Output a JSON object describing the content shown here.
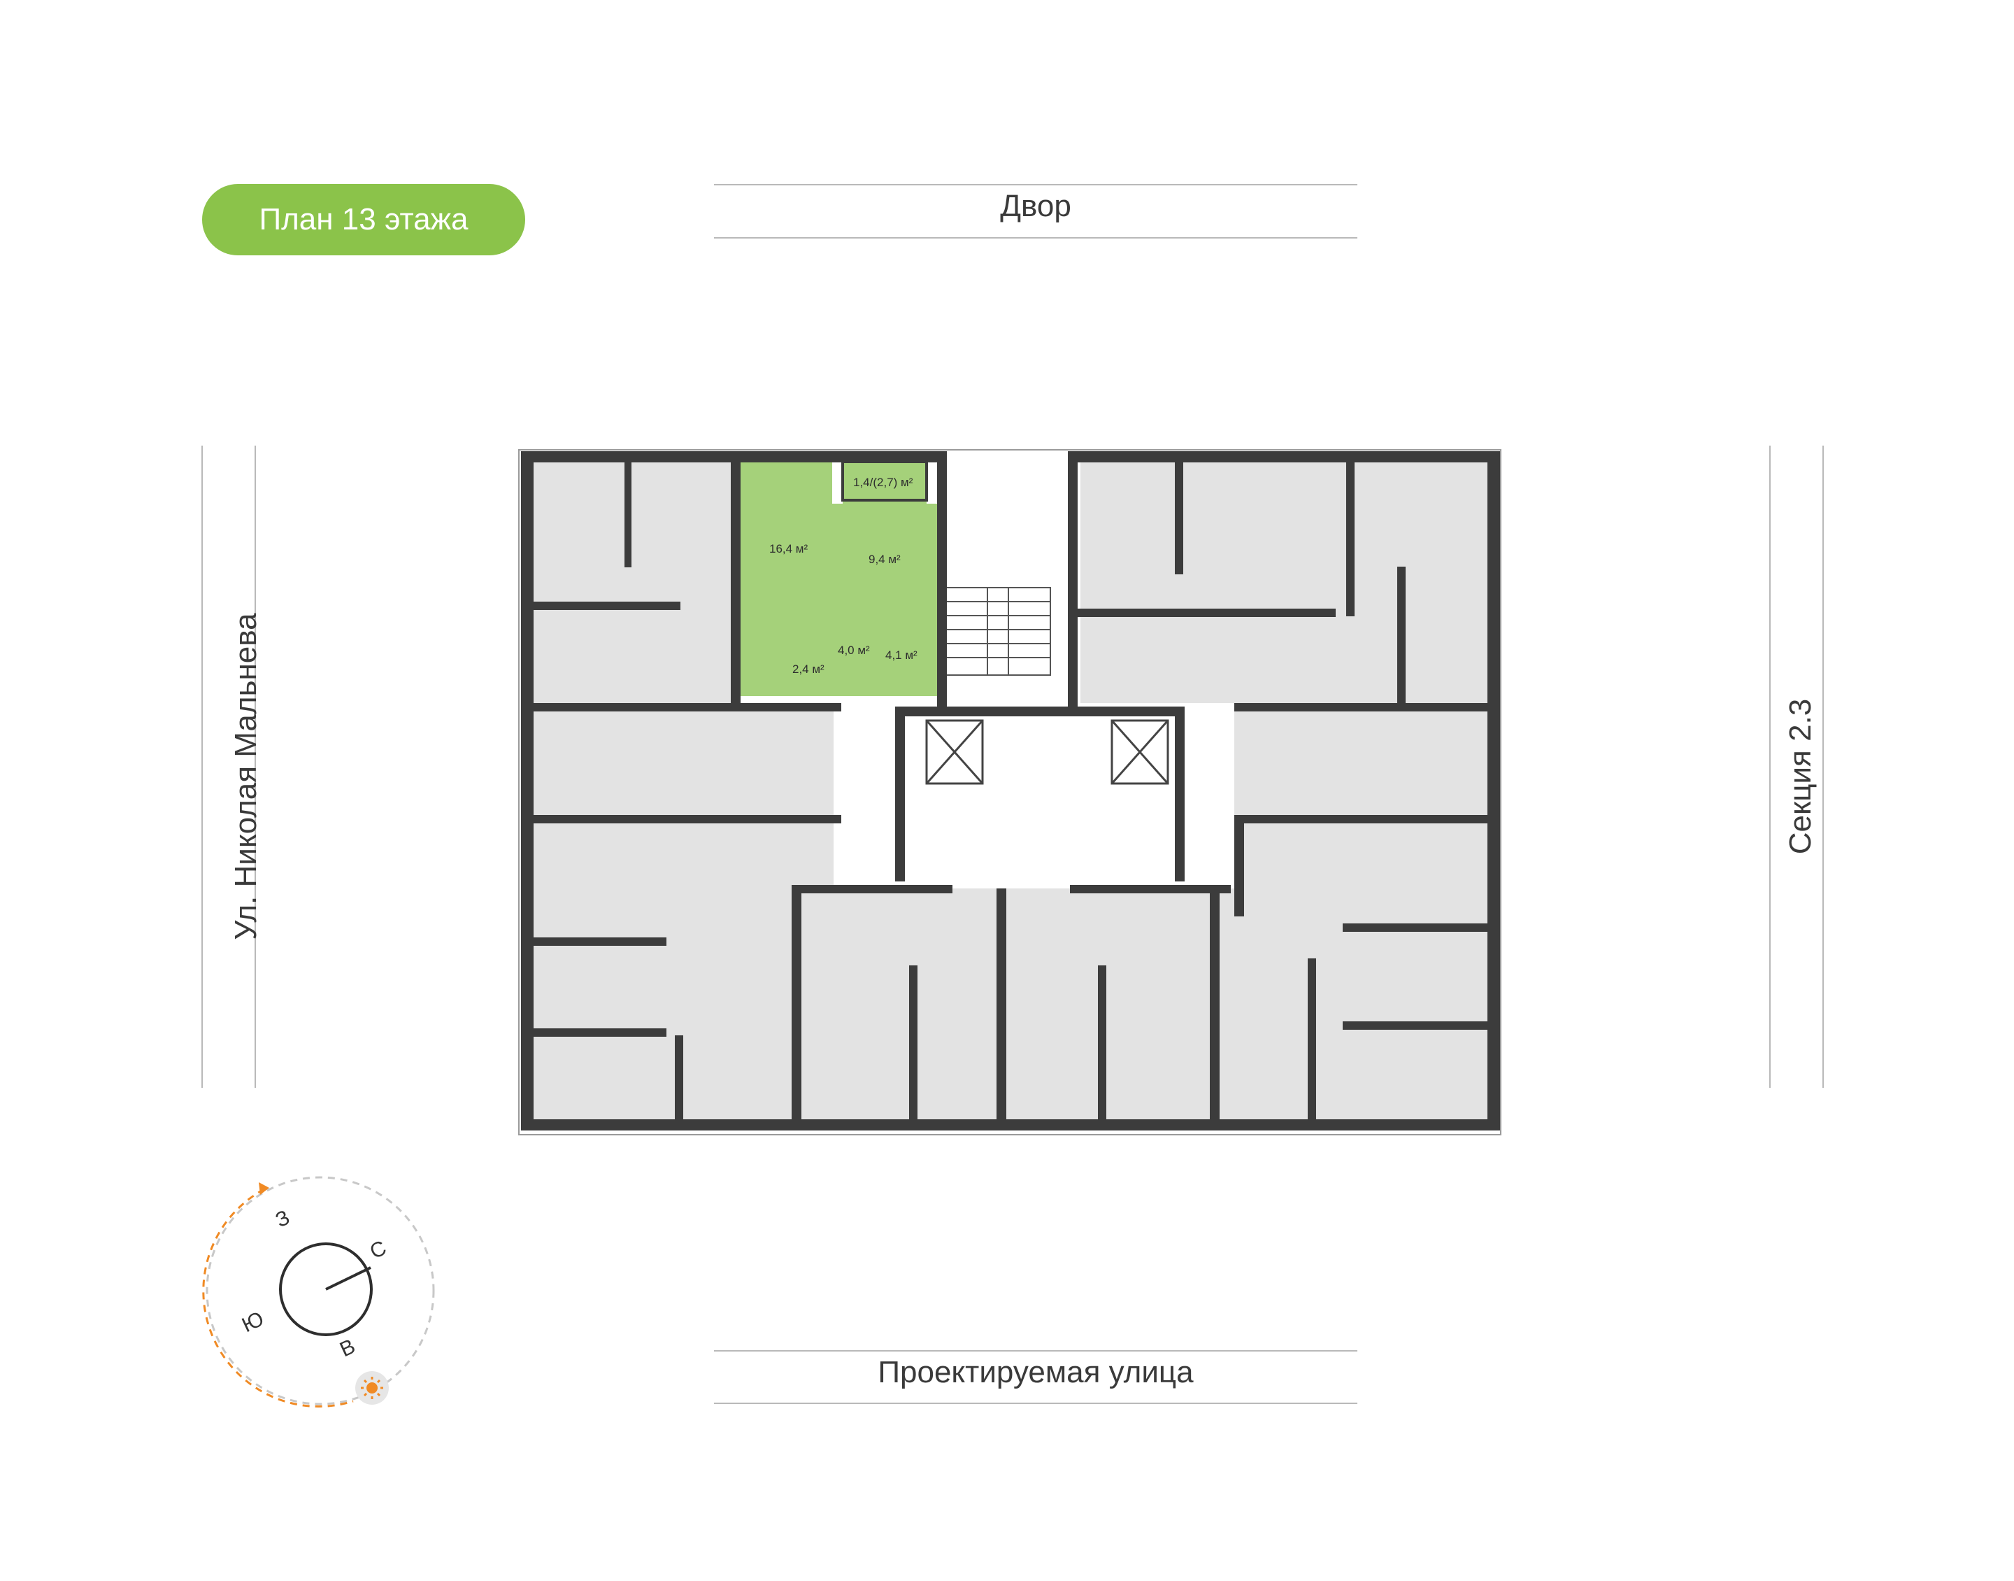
{
  "floor_label": "План 13 этажа",
  "street_top": "Двор",
  "street_bottom": "Проектируемая улица",
  "street_left": "Ул. Николая Мальнева",
  "section_label": "Секция 2.3",
  "colors": {
    "accent": "#8bc34a",
    "highlight_unit": "#a5d17a",
    "wall": "#3c3c3c",
    "room_fill": "#e3e3e3",
    "sun": "#f08a24"
  },
  "highlighted_unit": {
    "rooms": [
      {
        "id": "room-living",
        "area": "16,4 м²"
      },
      {
        "id": "room-kitchen",
        "area": "9,4 м²"
      },
      {
        "id": "room-balcony",
        "area": "1,4/(2,7) м²"
      },
      {
        "id": "room-hall",
        "area": "4,0 м²"
      },
      {
        "id": "room-storage",
        "area": "2,4 м²"
      },
      {
        "id": "room-bath",
        "area": "4,1 м²"
      }
    ]
  },
  "compass": {
    "north": "С",
    "south": "Ю",
    "east": "В",
    "west": "З",
    "sun_icon": "sun-icon"
  }
}
